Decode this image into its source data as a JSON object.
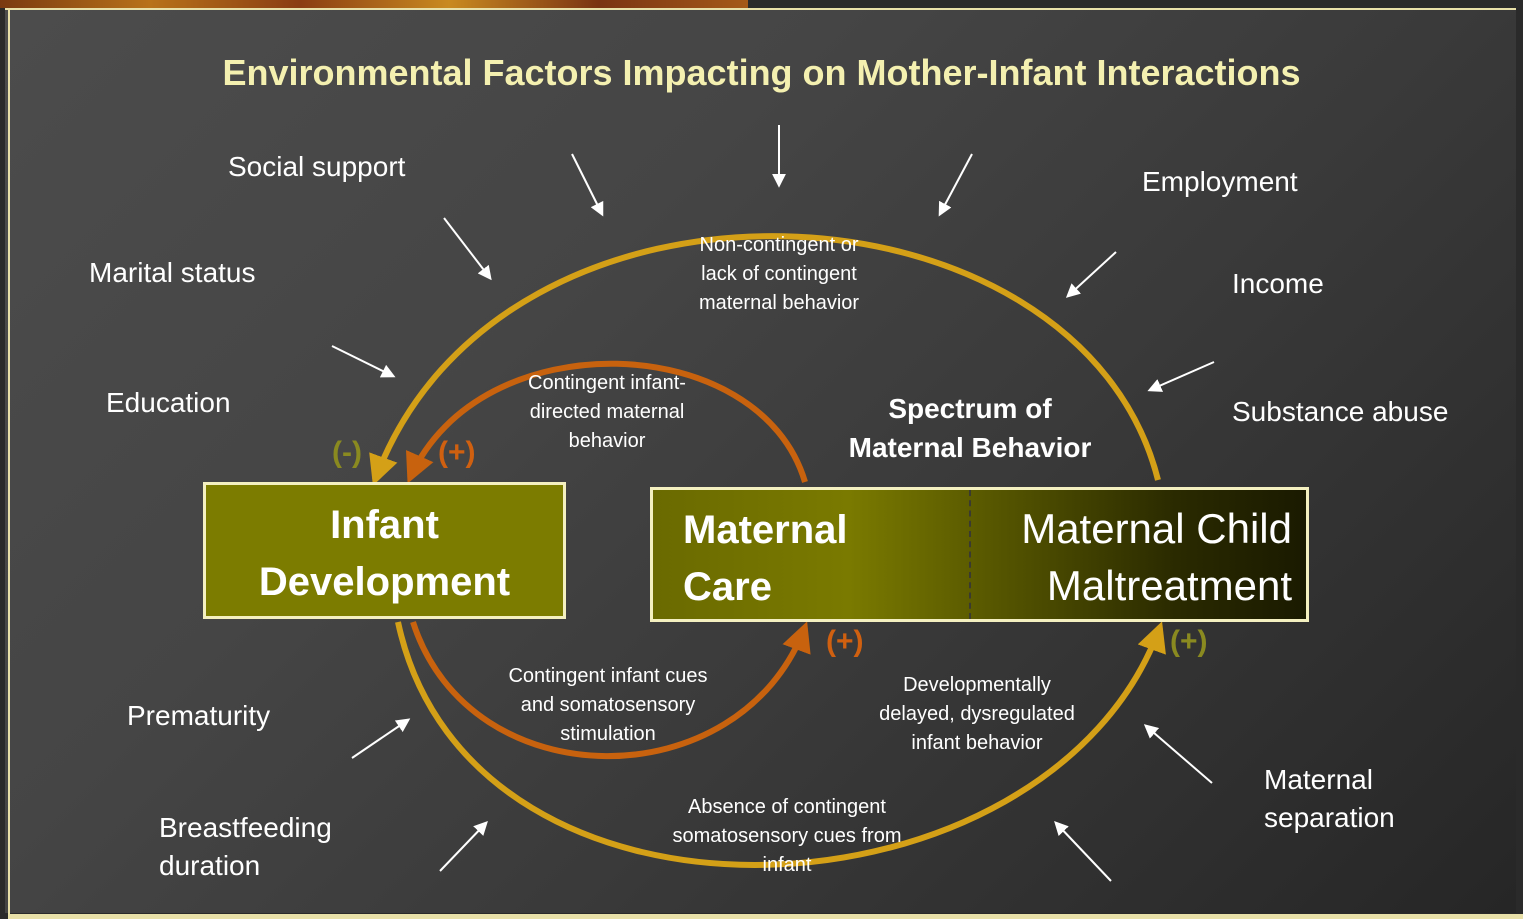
{
  "title": "Environmental Factors Impacting on Mother-Infant Interactions",
  "factors": {
    "social_support": "Social support",
    "marital_status": "Marital status",
    "education": "Education",
    "employment": "Employment",
    "income": "Income",
    "substance_abuse": "Substance abuse",
    "prematurity": "Prematurity",
    "breastfeeding": "Breastfeeding\nduration",
    "maternal_separation": "Maternal\nseparation"
  },
  "nodes": {
    "infant_development": "Infant\nDevelopment",
    "maternal_care": "Maternal\nCare",
    "maternal_maltreatment": "Maternal Child\nMaltreatment",
    "spectrum": "Spectrum of\nMaternal Behavior"
  },
  "edge_labels": {
    "non_contingent": "Non-contingent or\nlack of contingent\nmaternal behavior",
    "contingent_directed": "Contingent infant-\ndirected maternal\nbehavior",
    "contingent_cues": "Contingent infant cues\nand somatosensory\nstimulation",
    "delayed_dysregulated": "Developmentally\ndelayed, dysregulated\ninfant behavior",
    "absence_cues": "Absence of contingent\nsomatosensory cues from\ninfant"
  },
  "signs": {
    "negative": "(-)",
    "positive_infant": "(+)",
    "positive_care": "(+)",
    "positive_maltreatment": "(+)"
  },
  "colors": {
    "title": "#f4f0b0",
    "outer_arc": "#d4a017",
    "inner_arc": "#c8620e",
    "box_fill": "#7c7c00",
    "box_border": "#f4f0c0",
    "sign_olive": "#8a8a20",
    "sign_orange": "#d06010"
  }
}
